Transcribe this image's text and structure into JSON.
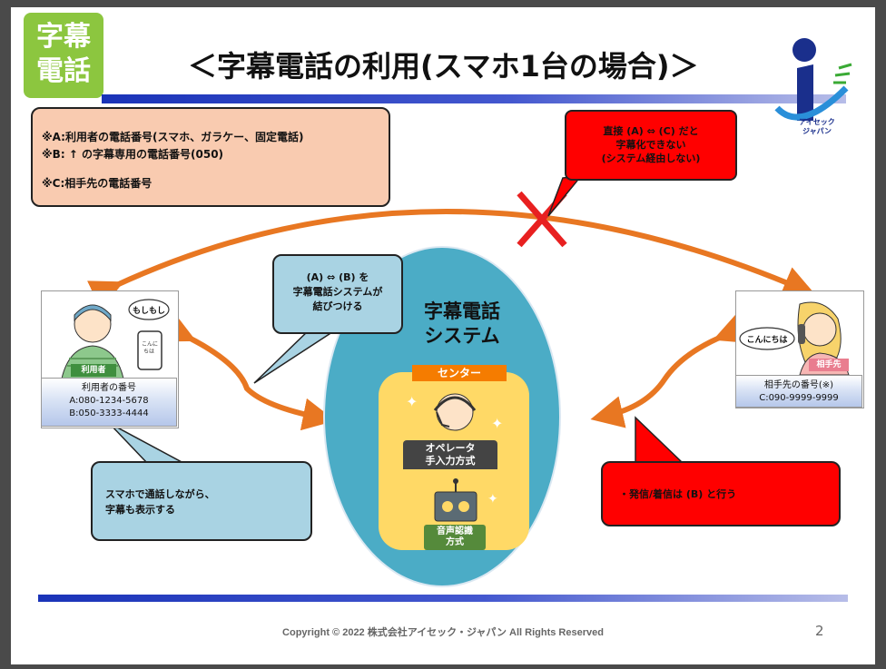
{
  "header": {
    "logo_text": "字幕\n電話",
    "title": "＜字幕電話の利用(スマホ1台の場合)＞",
    "logo_right_text": "アイセック\nジャパン"
  },
  "legend": {
    "lines": [
      "※A:利用者の電話番号(スマホ、ガラケー、固定電話)",
      "※B:  ↑    の字幕専用の電話番号(050)",
      "※C:相手先の電話番号"
    ]
  },
  "callouts": {
    "direct_red": [
      "直接 (A) ⇔ (C) だと",
      "字幕化できない",
      "(システム経由しない)"
    ],
    "system_link": [
      "(A) ⇔ (B) を",
      "字幕電話システムが",
      "結びつける"
    ],
    "smartphone": [
      "スマホで通話しながら、",
      "字幕も表示する"
    ],
    "call_note": "・発信/着信は (B) と行う"
  },
  "user": {
    "bubble": "もしもし",
    "phone_text": "こんに\nちは",
    "tag": "利用者",
    "info_title": "利用者の番号",
    "number_a": "A:080-1234-5678",
    "number_b": "B:050-3333-4444"
  },
  "partner": {
    "bubble": "こんにちは",
    "tag": "相手先",
    "info_title": "相手先の番号(※)",
    "number_c": "C:090-9999-9999"
  },
  "system": {
    "title_line1": "字幕電話",
    "title_line2": "システム",
    "center_tag": "センター",
    "operator_line1": "オペレータ",
    "operator_line2": "手入力方式",
    "voice_line1": "音声認識",
    "voice_line2": "方式"
  },
  "footer": {
    "copyright": "Copyright © 2022 株式会社アイセック・ジャパン All Rights Reserved",
    "page_number": "2"
  },
  "colors": {
    "arrow": "#e87722",
    "system_oval": "#4bacc6",
    "center_panel": "#ffd966",
    "callout_blue": "#a9d3e3",
    "callout_red": "#ff0000",
    "legend_bg": "#f9cbb0",
    "brand_green": "#8cc63f",
    "brand_navy": "#1a2f8c"
  }
}
